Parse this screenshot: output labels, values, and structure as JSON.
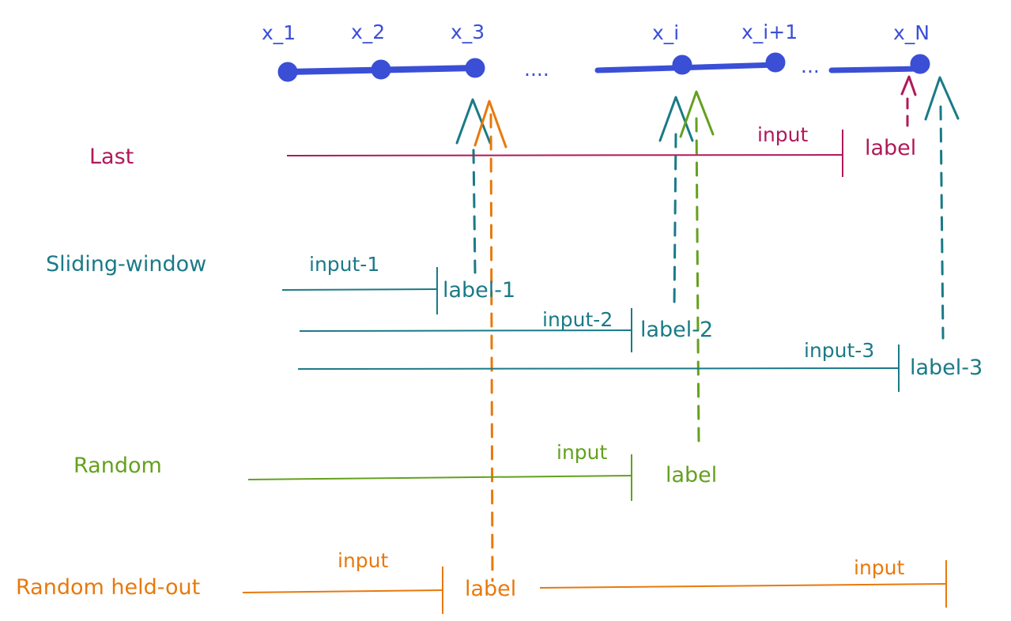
{
  "sequence": {
    "nodes": [
      "x_1",
      "x_2",
      "x_3",
      "x_i",
      "x_i+1",
      "x_N"
    ],
    "ellipses": [
      "....",
      "..."
    ]
  },
  "methods": {
    "last": {
      "name": "Last",
      "input": "input",
      "label": "label"
    },
    "sliding_window": {
      "name": "Sliding-window",
      "windows": [
        {
          "input": "input-1",
          "label": "label-1"
        },
        {
          "input": "input-2",
          "label": "label-2"
        },
        {
          "input": "input-3",
          "label": "label-3"
        }
      ]
    },
    "random": {
      "name": "Random",
      "input": "input",
      "label": "label"
    },
    "random_held_out": {
      "name": "Random held-out",
      "input_left": "input",
      "label": "label",
      "input_right": "input"
    }
  },
  "colors": {
    "sequence": "#3a4fd6",
    "last": "#b0195a",
    "sliding_window": "#1a7a87",
    "random": "#64a11e",
    "random_held_out": "#e8790c"
  }
}
